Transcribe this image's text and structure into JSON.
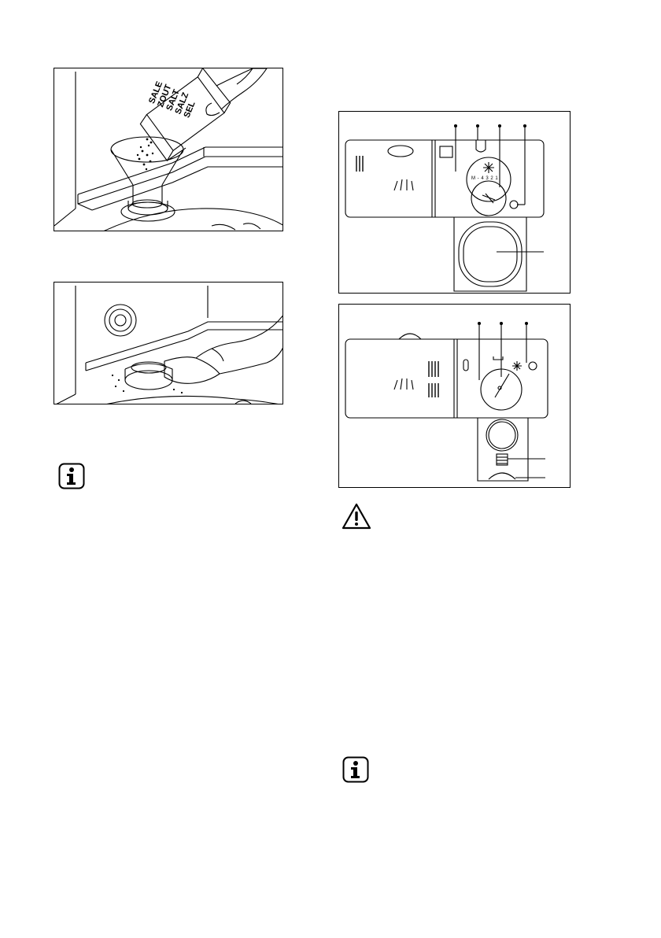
{
  "figures": {
    "salt_filling": {
      "package_text": [
        "SALE",
        "ZOUT",
        "SALT",
        "SALZ",
        "SEL"
      ]
    },
    "cleaning_salt_container": {},
    "dispenser_type_a": {
      "dial_marks": "M - 4 3 2 1",
      "callouts": 5
    },
    "dispenser_type_b": {
      "callouts": 5
    }
  },
  "icons": {
    "info_1": "info-icon",
    "warning": "warning-icon",
    "info_2": "info-icon"
  }
}
